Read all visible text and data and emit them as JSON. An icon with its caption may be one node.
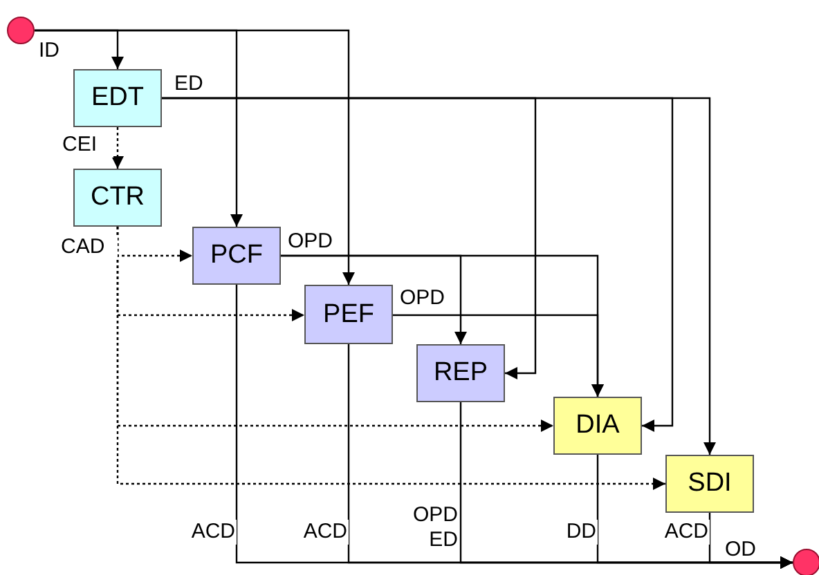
{
  "diagram": {
    "nodes": [
      {
        "text": [],
        "shape": "circle",
        "beside": [
          "ID"
        ]
      },
      {
        "text": [
          "EDT"
        ]
      },
      {
        "text": [
          "CTR"
        ]
      },
      {
        "text": [
          "PCF"
        ]
      },
      {
        "text": [
          "PEF"
        ]
      },
      {
        "text": [
          "REP"
        ]
      },
      {
        "text": [
          "DIA"
        ]
      },
      {
        "text": [
          "SDI"
        ]
      },
      {
        "text": [],
        "shape": "circle",
        "beside": [
          "OD"
        ]
      }
    ],
    "edges": [
      {
        "from": 0,
        "to": 1,
        "arrow": "to"
      },
      {
        "from": 0,
        "to": 3,
        "arrow": "to"
      },
      {
        "from": 0,
        "to": 4,
        "arrow": "to"
      },
      {
        "from": 1,
        "to": 2,
        "arrow": "to",
        "label": "CEI",
        "style": "dashed"
      },
      {
        "from": 1,
        "to": 5,
        "arrow": "to",
        "label": "ED"
      },
      {
        "from": 1,
        "to": 6,
        "arrow": "to"
      },
      {
        "from": 1,
        "to": 7,
        "arrow": "to"
      },
      {
        "from": 2,
        "to": 3,
        "arrow": "to",
        "label": "CAD",
        "style": "dashed"
      },
      {
        "from": 2,
        "to": 4,
        "arrow": "to",
        "style": "dashed"
      },
      {
        "from": 2,
        "to": 6,
        "arrow": "to",
        "style": "dashed"
      },
      {
        "from": 2,
        "to": 7,
        "arrow": "to",
        "style": "dashed"
      },
      {
        "from": 3,
        "to": 5,
        "arrow": "to",
        "label": "OPD"
      },
      {
        "from": 3,
        "to": 6,
        "arrow": "to"
      },
      {
        "from": 4,
        "to": 6,
        "arrow": "to",
        "label": "OPD"
      },
      {
        "from": 3,
        "to": 8,
        "arrow": "to",
        "label": "ACD"
      },
      {
        "from": 4,
        "to": 8,
        "arrow": "to",
        "label": "ACD"
      },
      {
        "from": 5,
        "to": 8,
        "arrow": "to",
        "label": "OPD ED"
      },
      {
        "from": 6,
        "to": 8,
        "arrow": "to",
        "label": "DD"
      },
      {
        "from": 7,
        "to": 8,
        "arrow": "to",
        "label": "ACD"
      }
    ]
  }
}
